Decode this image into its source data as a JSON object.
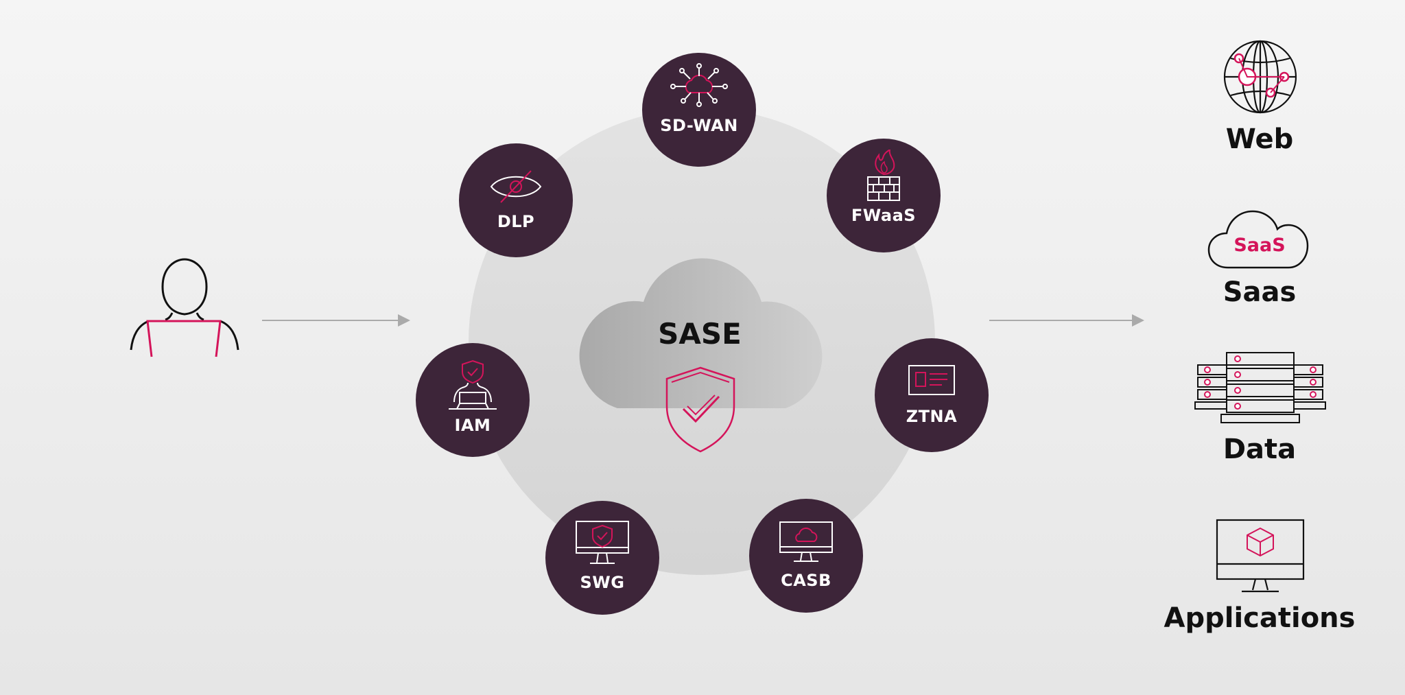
{
  "center": {
    "title": "SASE"
  },
  "services": {
    "sdwan": "SD-WAN",
    "fwaas": "FWaaS",
    "ztna": "ZTNA",
    "casb": "CASB",
    "swg": "SWG",
    "iam": "IAM",
    "dlp": "DLP"
  },
  "resources": {
    "web": "Web",
    "saas_cloud_text": "SaaS",
    "saas": "Saas",
    "data": "Data",
    "applications": "Applications"
  },
  "colors": {
    "node_fill": "#3d2539",
    "accent": "#d4145a",
    "disc": "#d9d9d9",
    "arrow": "#aaaaaa"
  },
  "icons": [
    "user-laptop-icon",
    "cloud-icon",
    "shield-check-icon",
    "cloud-network-icon",
    "eye-slash-icon",
    "firewall-icon",
    "id-card-icon",
    "cloud-monitor-icon",
    "shield-monitor-icon",
    "user-shield-icon",
    "globe-icon",
    "saas-cloud-icon",
    "server-rack-icon",
    "monitor-cube-icon"
  ]
}
